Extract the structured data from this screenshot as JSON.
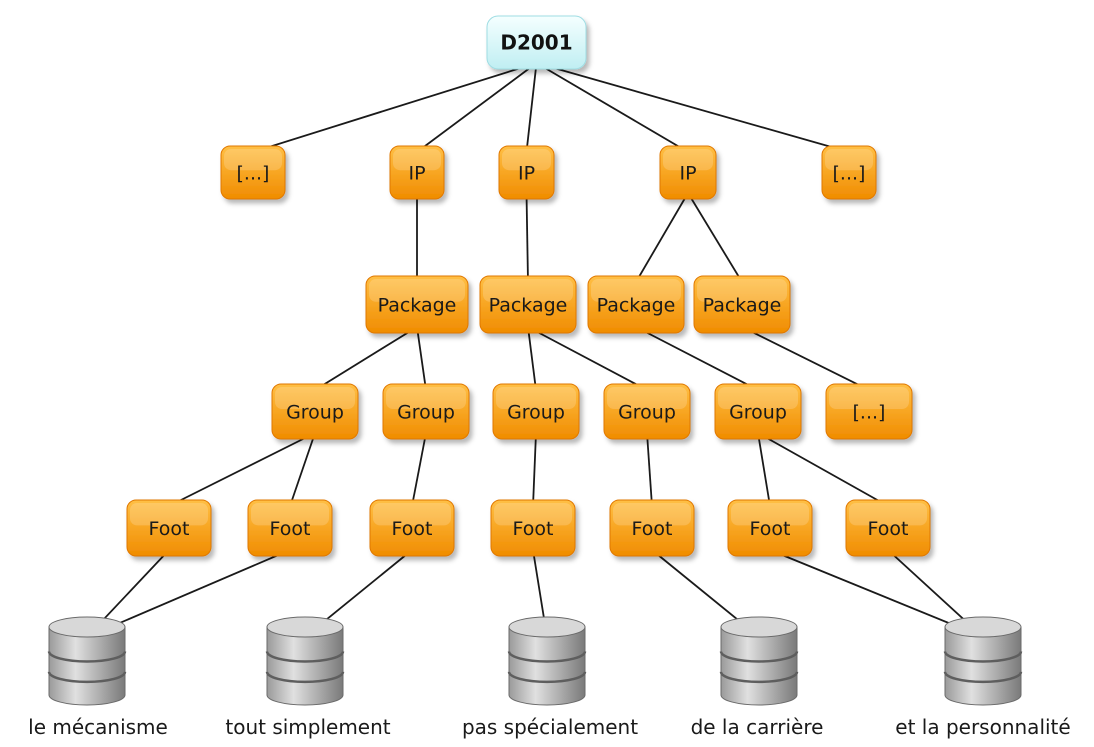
{
  "colors": {
    "root_fill_top": "#f4ffff",
    "root_fill_bottom": "#bfeef2",
    "node_fill_top": "#ffbf45",
    "node_fill_bottom": "#f08c00",
    "node_stroke": "#e07800",
    "edge": "#1a1a1a",
    "db_body": "#8f8f8f",
    "db_light": "#d8d8d8"
  },
  "nodes": [
    {
      "id": "root",
      "label": "D2001",
      "kind": "root"
    },
    {
      "id": "ellipsis-left",
      "label": "[...]",
      "kind": "ellipsis"
    },
    {
      "id": "ip-1",
      "label": "IP",
      "kind": "ip"
    },
    {
      "id": "ip-2",
      "label": "IP",
      "kind": "ip"
    },
    {
      "id": "ip-3",
      "label": "IP",
      "kind": "ip"
    },
    {
      "id": "ellipsis-right",
      "label": "[...]",
      "kind": "ellipsis"
    },
    {
      "id": "package-1",
      "label": "Package",
      "kind": "package"
    },
    {
      "id": "package-2",
      "label": "Package",
      "kind": "package"
    },
    {
      "id": "package-3",
      "label": "Package",
      "kind": "package"
    },
    {
      "id": "package-4",
      "label": "Package",
      "kind": "package"
    },
    {
      "id": "group-1",
      "label": "Group",
      "kind": "group"
    },
    {
      "id": "group-2",
      "label": "Group",
      "kind": "group"
    },
    {
      "id": "group-3",
      "label": "Group",
      "kind": "group"
    },
    {
      "id": "group-4",
      "label": "Group",
      "kind": "group"
    },
    {
      "id": "group-5",
      "label": "Group",
      "kind": "group"
    },
    {
      "id": "ellipsis-group",
      "label": "[...]",
      "kind": "ellipsis"
    },
    {
      "id": "foot-1",
      "label": "Foot",
      "kind": "foot"
    },
    {
      "id": "foot-2",
      "label": "Foot",
      "kind": "foot"
    },
    {
      "id": "foot-3",
      "label": "Foot",
      "kind": "foot"
    },
    {
      "id": "foot-4",
      "label": "Foot",
      "kind": "foot"
    },
    {
      "id": "foot-5",
      "label": "Foot",
      "kind": "foot"
    },
    {
      "id": "foot-6",
      "label": "Foot",
      "kind": "foot"
    },
    {
      "id": "foot-7",
      "label": "Foot",
      "kind": "foot"
    }
  ],
  "databases": [
    {
      "id": "db-1",
      "label": "le mécanisme"
    },
    {
      "id": "db-2",
      "label": "tout simplement"
    },
    {
      "id": "db-3",
      "label": "pas spécialement"
    },
    {
      "id": "db-4",
      "label": "de la carrière"
    },
    {
      "id": "db-5",
      "label": "et la personnalité"
    }
  ],
  "edges": [
    [
      "root",
      "ellipsis-left"
    ],
    [
      "root",
      "ip-1"
    ],
    [
      "root",
      "ip-2"
    ],
    [
      "root",
      "ip-3"
    ],
    [
      "root",
      "ellipsis-right"
    ],
    [
      "ip-1",
      "package-1"
    ],
    [
      "ip-2",
      "package-2"
    ],
    [
      "ip-3",
      "package-3"
    ],
    [
      "ip-3",
      "package-4"
    ],
    [
      "package-1",
      "group-1"
    ],
    [
      "package-1",
      "group-2"
    ],
    [
      "package-2",
      "group-3"
    ],
    [
      "package-2",
      "group-4"
    ],
    [
      "package-3",
      "group-5"
    ],
    [
      "package-4",
      "ellipsis-group"
    ],
    [
      "group-1",
      "foot-1"
    ],
    [
      "group-1",
      "foot-2"
    ],
    [
      "group-2",
      "foot-3"
    ],
    [
      "group-3",
      "foot-4"
    ],
    [
      "group-4",
      "foot-5"
    ],
    [
      "group-5",
      "foot-6"
    ],
    [
      "group-5",
      "foot-7"
    ],
    [
      "foot-1",
      "db-1"
    ],
    [
      "foot-2",
      "db-1"
    ],
    [
      "foot-3",
      "db-2"
    ],
    [
      "foot-4",
      "db-3"
    ],
    [
      "foot-5",
      "db-4"
    ],
    [
      "foot-6",
      "db-5"
    ],
    [
      "foot-7",
      "db-5"
    ]
  ]
}
